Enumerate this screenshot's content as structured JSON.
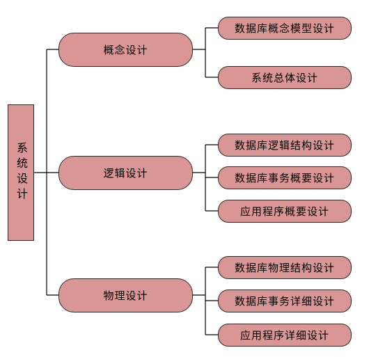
{
  "colors": {
    "node_fill": "#d99694",
    "node_stroke": "#2b2b2b",
    "line": "#000000"
  },
  "diagram": {
    "root": {
      "label": "系统设计"
    },
    "branches": [
      {
        "label": "概念设计",
        "children": [
          "数据库概念模型设计",
          "系统总体设计"
        ]
      },
      {
        "label": "逻辑设计",
        "children": [
          "数据库逻辑结构设计",
          "数据库事务概要设计",
          "应用程序概要设计"
        ]
      },
      {
        "label": "物理设计",
        "children": [
          "数据库物理结构设计",
          "数据库事务详细设计",
          "应用程序详细设计"
        ]
      }
    ]
  }
}
